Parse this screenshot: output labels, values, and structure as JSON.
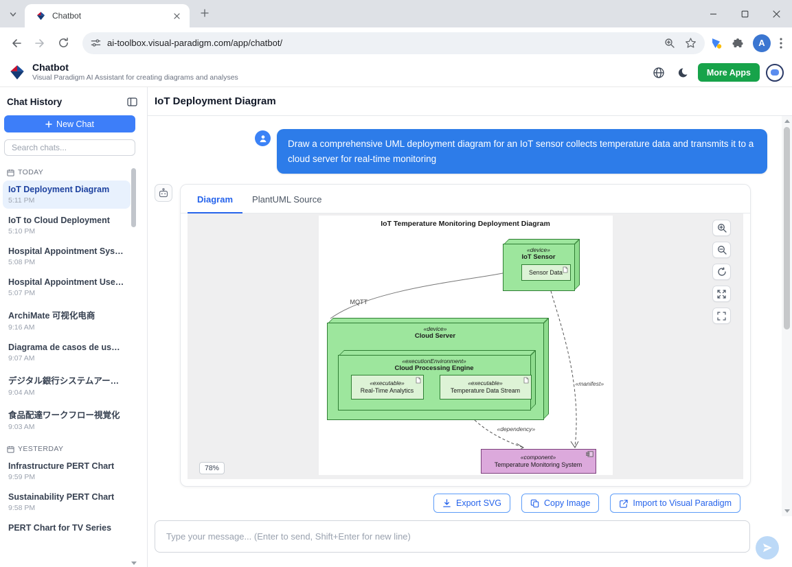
{
  "theme": {
    "accent_blue": "#2d7ce9",
    "more_apps_green": "#17a34a",
    "node_green": "#9de69d",
    "node_green_border": "#2e7d32",
    "component_purple": "#dca9dc",
    "selected_chat_bg": "#e8f1fd"
  },
  "browser": {
    "tab": {
      "title": "Chatbot"
    },
    "url": "ai-toolbox.visual-paradigm.com/app/chatbot/",
    "profile_initial": "A"
  },
  "app_header": {
    "title": "Chatbot",
    "subtitle": "Visual Paradigm AI Assistant for creating diagrams and analyses",
    "more_apps": "More Apps"
  },
  "sidebar": {
    "title": "Chat History",
    "new_chat": "New Chat",
    "search_placeholder": "Search chats...",
    "sections": [
      {
        "label": "TODAY",
        "items": [
          {
            "title": "IoT Deployment Diagram",
            "time": "5:11 PM"
          },
          {
            "title": "IoT to Cloud Deployment",
            "time": "5:10 PM"
          },
          {
            "title": "Hospital Appointment System",
            "time": "5:08 PM"
          },
          {
            "title": "Hospital Appointment Use C...",
            "time": "5:07 PM"
          },
          {
            "title": "ArchiMate 可视化电商",
            "time": "9:16 AM"
          },
          {
            "title": "Diagrama de casos de uso bi...",
            "time": "9:07 AM"
          },
          {
            "title": "デジタル銀行システムアーキ...",
            "time": "9:04 AM"
          },
          {
            "title": "食品配達ワークフロー視覚化",
            "time": "9:03 AM"
          }
        ]
      },
      {
        "label": "YESTERDAY",
        "items": [
          {
            "title": "Infrastructure PERT Chart",
            "time": "9:59 PM"
          },
          {
            "title": "Sustainability PERT Chart",
            "time": "9:58 PM"
          },
          {
            "title": "PERT Chart for TV Series",
            "time": ""
          }
        ]
      }
    ]
  },
  "main": {
    "page_title": "IoT Deployment Diagram",
    "user_message": "Draw a comprehensive UML deployment diagram for an IoT sensor collects temperature data and transmits it to a cloud server for real-time monitoring",
    "tabs": {
      "diagram": "Diagram",
      "source": "PlantUML Source"
    },
    "zoom_level": "78%",
    "actions": {
      "export_svg": "Export SVG",
      "copy_image": "Copy Image",
      "import_vp": "Import to Visual Paradigm"
    },
    "input_placeholder": "Type your message... (Enter to send, Shift+Enter for new line)"
  },
  "diagram": {
    "title": "IoT Temperature Monitoring Deployment Diagram",
    "nodes": {
      "iot_sensor": {
        "stereotype": "«device»",
        "name": "IoT Sensor"
      },
      "sensor_data": {
        "name": "Sensor Data"
      },
      "cloud_server": {
        "stereotype": "«device»",
        "name": "Cloud Server"
      },
      "cpe": {
        "stereotype": "«executionEnvironment»",
        "name": "Cloud Processing Engine"
      },
      "rta": {
        "stereotype": "«executable»",
        "name": "Real-Time Analytics"
      },
      "tds": {
        "stereotype": "«executable»",
        "name": "Temperature Data Stream"
      },
      "tms": {
        "stereotype": "«component»",
        "name": "Temperature Monitoring System"
      }
    },
    "edges": {
      "mqtt": "MQTT",
      "manifest": "«manifest»",
      "dependency": "«dependency»"
    }
  }
}
